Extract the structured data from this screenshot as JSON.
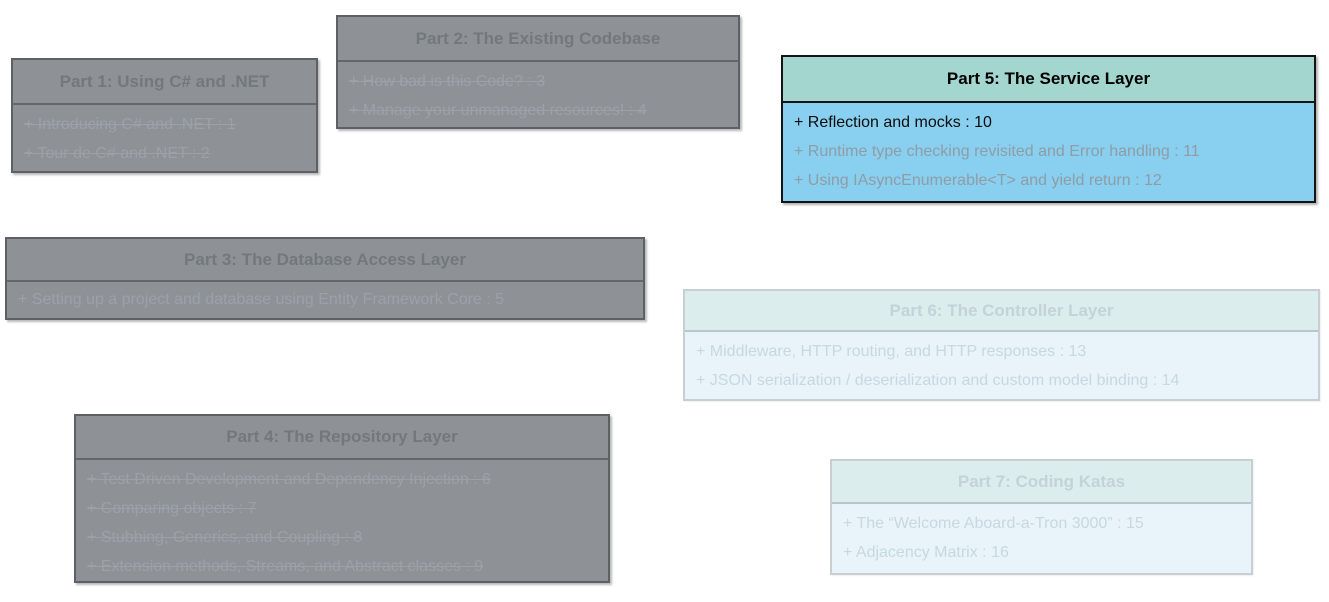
{
  "diagram": {
    "background": "#ffffff",
    "states": {
      "completed_fill": "#8e9297",
      "completed_border": "#5d6165",
      "active_header_fill": "#a3d6cf",
      "active_body_fill": "#89cfef",
      "active_border": "#141414",
      "upcoming_header_fill": "#dcedee",
      "upcoming_body_fill": "#e8f4fa",
      "upcoming_border": "#c7cfd3"
    }
  },
  "boxes": [
    {
      "title": "Part 1: Using C# and .NET",
      "state": "completed",
      "items": [
        {
          "label": "+ Introducing C# and .NET : 1",
          "strike": true
        },
        {
          "label": "+ Tour de C# and .NET : 2",
          "strike": true
        }
      ]
    },
    {
      "title": "Part 2: The Existing Codebase",
      "state": "completed",
      "items": [
        {
          "label": "+ How bad is this Code? : 3",
          "strike": true
        },
        {
          "label": "+ Manage your unmanaged resources! : 4",
          "strike": true
        }
      ]
    },
    {
      "title": "Part 3: The Database Access Layer",
      "state": "completed",
      "items": [
        {
          "label": "+ Setting up a project and database using Entity Framework Core : 5",
          "strike": false
        }
      ]
    },
    {
      "title": "Part 4: The Repository Layer",
      "state": "completed",
      "items": [
        {
          "label": "+ Test Driven Development and Dependency Injection : 6",
          "strike": true
        },
        {
          "label": "+ Comparing objects : 7",
          "strike": true
        },
        {
          "label": "+ Stubbing, Generics, and Coupling : 8",
          "strike": true
        },
        {
          "label": "+ Extension methods, Streams, and Abstract classes : 9",
          "strike": true
        }
      ]
    },
    {
      "title": "Part 5: The Service Layer",
      "state": "active",
      "items": [
        {
          "label": "+ Reflection and mocks : 10",
          "strike": false,
          "highlight": true
        },
        {
          "label": "+ Runtime type checking revisited and Error handling : 11",
          "strike": false
        },
        {
          "label": "+ Using IAsyncEnumerable<T> and yield return : 12",
          "strike": false
        }
      ]
    },
    {
      "title": "Part 6: The Controller Layer",
      "state": "upcoming",
      "items": [
        {
          "label": "+ Middleware, HTTP routing, and HTTP responses : 13",
          "strike": false
        },
        {
          "label": "+ JSON serialization / deserialization and custom model binding : 14",
          "strike": false
        }
      ]
    },
    {
      "title": "Part 7: Coding Katas",
      "state": "upcoming",
      "items": [
        {
          "label": "+ The “Welcome Aboard-a-Tron 3000” : 15",
          "strike": false
        },
        {
          "label": "+ Adjacency Matrix : 16",
          "strike": false
        }
      ]
    }
  ]
}
